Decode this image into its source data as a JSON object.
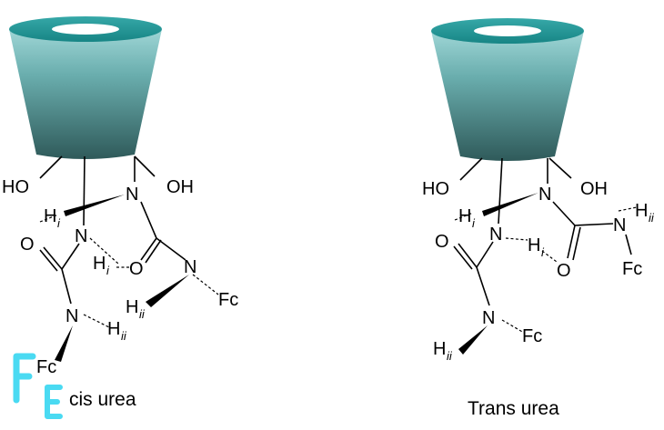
{
  "colors": {
    "cone_top": "#2a9a9a",
    "cone_bottom": "#2f5a5a",
    "rim": "#1e9090",
    "watermark": "#2bd4f0"
  },
  "left_structure": {
    "caption": "cis urea",
    "ho_label": "HO",
    "oh_label": "OH",
    "n_upper": "N",
    "h_i_upper": "H",
    "h_i_upper_sub": "i",
    "o_left": "O",
    "n_left": "N",
    "h_i_lower": "H",
    "h_i_lower_sub": "i",
    "o_mid": "O",
    "n_right": "N",
    "h_ii_right": "H",
    "h_ii_right_sub": "ii",
    "fc_right": "Fc",
    "n_bottom": "N",
    "h_ii_bottom": "H",
    "h_ii_bottom_sub": "ii",
    "fc_bottom": "Fc"
  },
  "right_structure": {
    "caption": "Trans urea",
    "ho_label": "HO",
    "oh_label": "OH",
    "n_upper": "N",
    "h_i_upper": "H",
    "h_i_upper_sub": "i",
    "o_left": "O",
    "n_left": "N",
    "h_i_mid": "H",
    "h_i_mid_sub": "i",
    "o_mid": "O",
    "n_right": "N",
    "h_ii_right": "H",
    "h_ii_right_sub": "ii",
    "fc_right": "Fc",
    "n_bottom": "N",
    "fc_bottom": "Fc",
    "h_ii_bottom": "H",
    "h_ii_bottom_sub": "ii"
  }
}
